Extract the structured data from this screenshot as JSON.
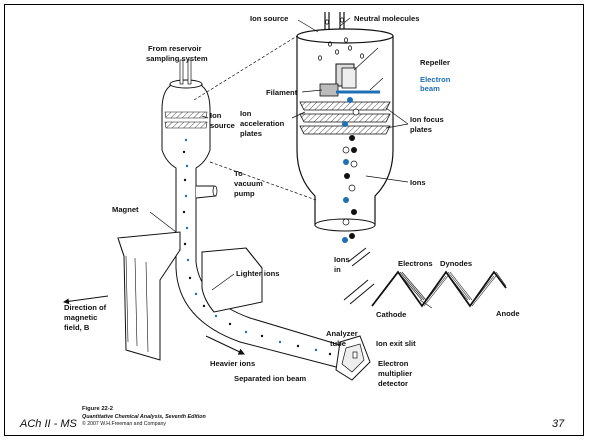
{
  "labels": {
    "ion_source_top": "Ion source",
    "neutral_molecules": "Neutral molecules",
    "from_reservoir_1": "From reservoir",
    "from_reservoir_2": "sampling system",
    "repeller": "Repeller",
    "electron_beam_1": "Electron",
    "electron_beam_2": "beam",
    "filament": "Filament",
    "ion_source_left_1": "Ion",
    "ion_source_left_2": "source",
    "ion_accel_1": "Ion",
    "ion_accel_2": "acceleration",
    "ion_accel_3": "plates",
    "ion_focus_1": "Ion focus",
    "ion_focus_2": "plates",
    "ions": "Ions",
    "to_vacuum_1": "To",
    "to_vacuum_2": "vacuum",
    "to_vacuum_3": "pump",
    "magnet": "Magnet",
    "lighter_ions": "Lighter ions",
    "direction_1": "Direction of",
    "direction_2": "magnetic",
    "direction_3": "field, B",
    "heavier_ions": "Heavier ions",
    "analyzer_1": "Analyzer",
    "analyzer_2": "tube",
    "ion_exit_slit": "Ion exit slit",
    "separated_ion_beam": "Separated ion beam",
    "em_detector_1": "Electron",
    "em_detector_2": "multiplier",
    "em_detector_3": "detector",
    "ions_in_1": "Ions",
    "ions_in_2": "in",
    "electrons": "Electrons",
    "dynodes": "Dynodes",
    "cathode": "Cathode",
    "anode": "Anode"
  },
  "caption": {
    "figure": "Figure 22-2",
    "book": "Quantitative Chemical Analysis, Seventh Edition",
    "copyright": "© 2007 W.H.Freeman and Company"
  },
  "footer": {
    "left": "ACh II - MS",
    "page": "37"
  },
  "colors": {
    "ion_blue": "#1d6fb6",
    "ion_black": "#111111"
  }
}
